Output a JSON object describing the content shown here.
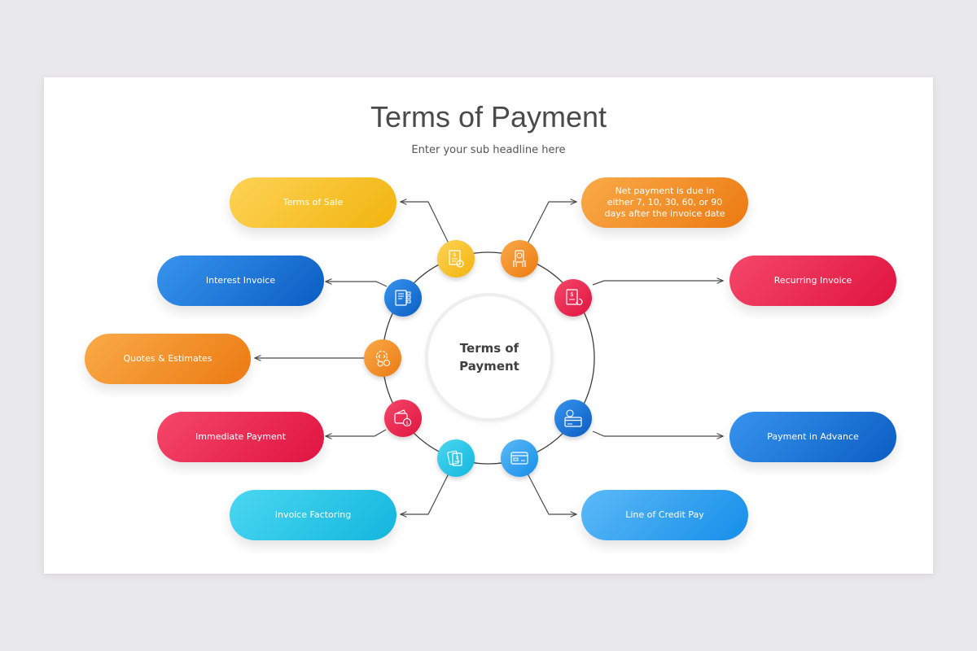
{
  "slide": {
    "title": "Terms of Payment",
    "subtitle": "Enter your sub headline here",
    "center_label": "Terms of Payment"
  },
  "items": [
    {
      "label": "Terms of Sale",
      "color": "#f2b40e",
      "icon": "invoice-dollar-clock-icon"
    },
    {
      "label": "Net payment is due in either 7, 10, 30, 60, or 90 days after the invoice date",
      "color": "#ec7a12",
      "icon": "hand-dollar-phone-icon"
    },
    {
      "label": "Interest Invoice",
      "color": "#0b5dc2",
      "icon": "invoice-list-icon"
    },
    {
      "label": "Recurring Invoice",
      "color": "#df1440",
      "icon": "invoice-refresh-icon"
    },
    {
      "label": "Quotes & Estimates",
      "color": "#ec7a12",
      "icon": "gear-dollar-code-icon"
    },
    {
      "label": "Immediate Payment",
      "color": "#df1440",
      "icon": "wallet-dollar-icon"
    },
    {
      "label": "Payment in Advance",
      "color": "#0b5dc2",
      "icon": "card-dollar-icon"
    },
    {
      "label": "Invoice Factoring",
      "color": "#13b6dd",
      "icon": "documents-dollar-icon"
    },
    {
      "label": "Line of Credit Pay",
      "color": "#168ee9",
      "icon": "credit-card-icon"
    }
  ]
}
